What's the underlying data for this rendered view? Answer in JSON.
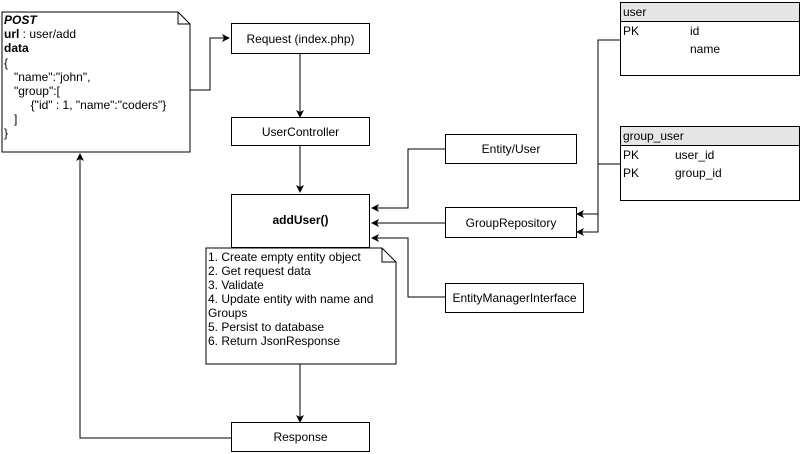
{
  "post_note": {
    "method": "POST",
    "url_label": "url",
    "url_value": " : user/add",
    "data_label": "data",
    "body_lines": [
      "{",
      "   \"name\":\"john\",",
      "   \"group\":[",
      "        {\"id\" : 1, \"name\":\"coders\"}",
      "   ]",
      "}"
    ]
  },
  "nodes": {
    "request": "Request (index.php)",
    "controller": "UserController",
    "add_user": "addUser()",
    "response": "Response",
    "entity_user": "Entity/User",
    "group_repository": "GroupRepository",
    "entity_manager": "EntityManagerInterface"
  },
  "steps_note": {
    "lines": [
      "1. Create empty entity object",
      "2. Get request data",
      "3. Validate",
      "4. Update entity with name and",
      "Groups",
      "5. Persist to database",
      "6. Return JsonResponse"
    ]
  },
  "tables": {
    "user": {
      "name": "user",
      "rows": [
        {
          "key": "PK",
          "field": "id"
        },
        {
          "key": "",
          "field": "name"
        }
      ]
    },
    "group_user": {
      "name": "group_user",
      "rows": [
        {
          "key": "PK",
          "field": "user_id"
        },
        {
          "key": "PK",
          "field": "group_id"
        }
      ]
    }
  }
}
